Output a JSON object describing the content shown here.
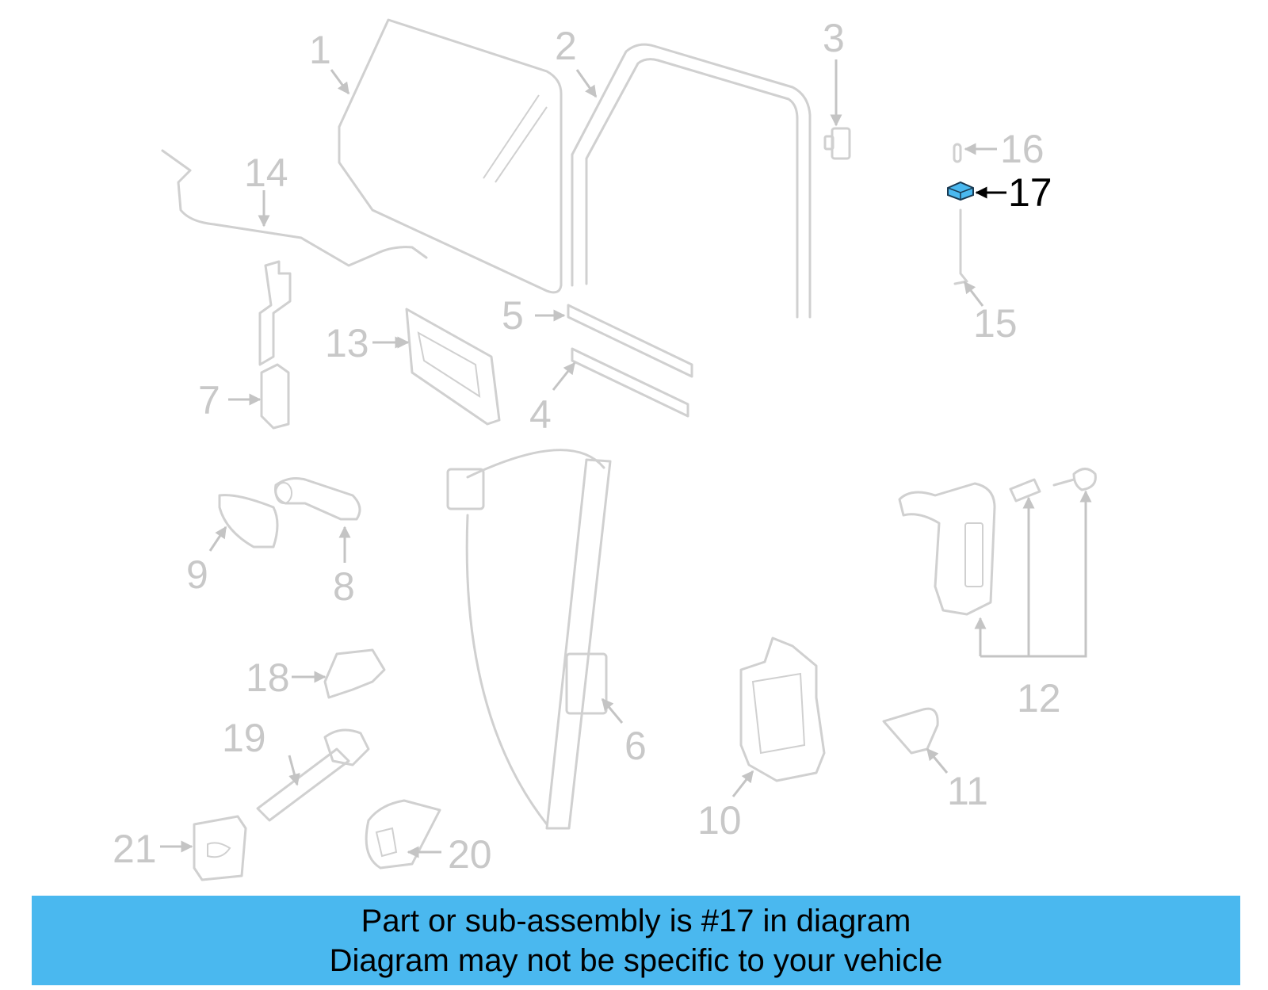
{
  "diagram": {
    "callouts": [
      {
        "id": "1",
        "label": "1"
      },
      {
        "id": "2",
        "label": "2"
      },
      {
        "id": "3",
        "label": "3"
      },
      {
        "id": "4",
        "label": "4"
      },
      {
        "id": "5",
        "label": "5"
      },
      {
        "id": "6",
        "label": "6"
      },
      {
        "id": "7",
        "label": "7"
      },
      {
        "id": "8",
        "label": "8"
      },
      {
        "id": "9",
        "label": "9"
      },
      {
        "id": "10",
        "label": "10"
      },
      {
        "id": "11",
        "label": "11"
      },
      {
        "id": "12",
        "label": "12"
      },
      {
        "id": "13",
        "label": "13"
      },
      {
        "id": "14",
        "label": "14"
      },
      {
        "id": "15",
        "label": "15"
      },
      {
        "id": "16",
        "label": "16"
      },
      {
        "id": "17",
        "label": "17"
      },
      {
        "id": "18",
        "label": "18"
      },
      {
        "id": "19",
        "label": "19"
      },
      {
        "id": "20",
        "label": "20"
      },
      {
        "id": "21",
        "label": "21"
      }
    ],
    "highlighted_part": "17",
    "colors": {
      "highlight_fill": "#4ab8ef",
      "faded_part": "#d0d0d0",
      "active_label": "#000000"
    }
  },
  "banner": {
    "line1": "Part or sub-assembly is #17 in diagram",
    "line2": "Diagram may not be specific to your vehicle",
    "background": "#4ab8ef"
  }
}
